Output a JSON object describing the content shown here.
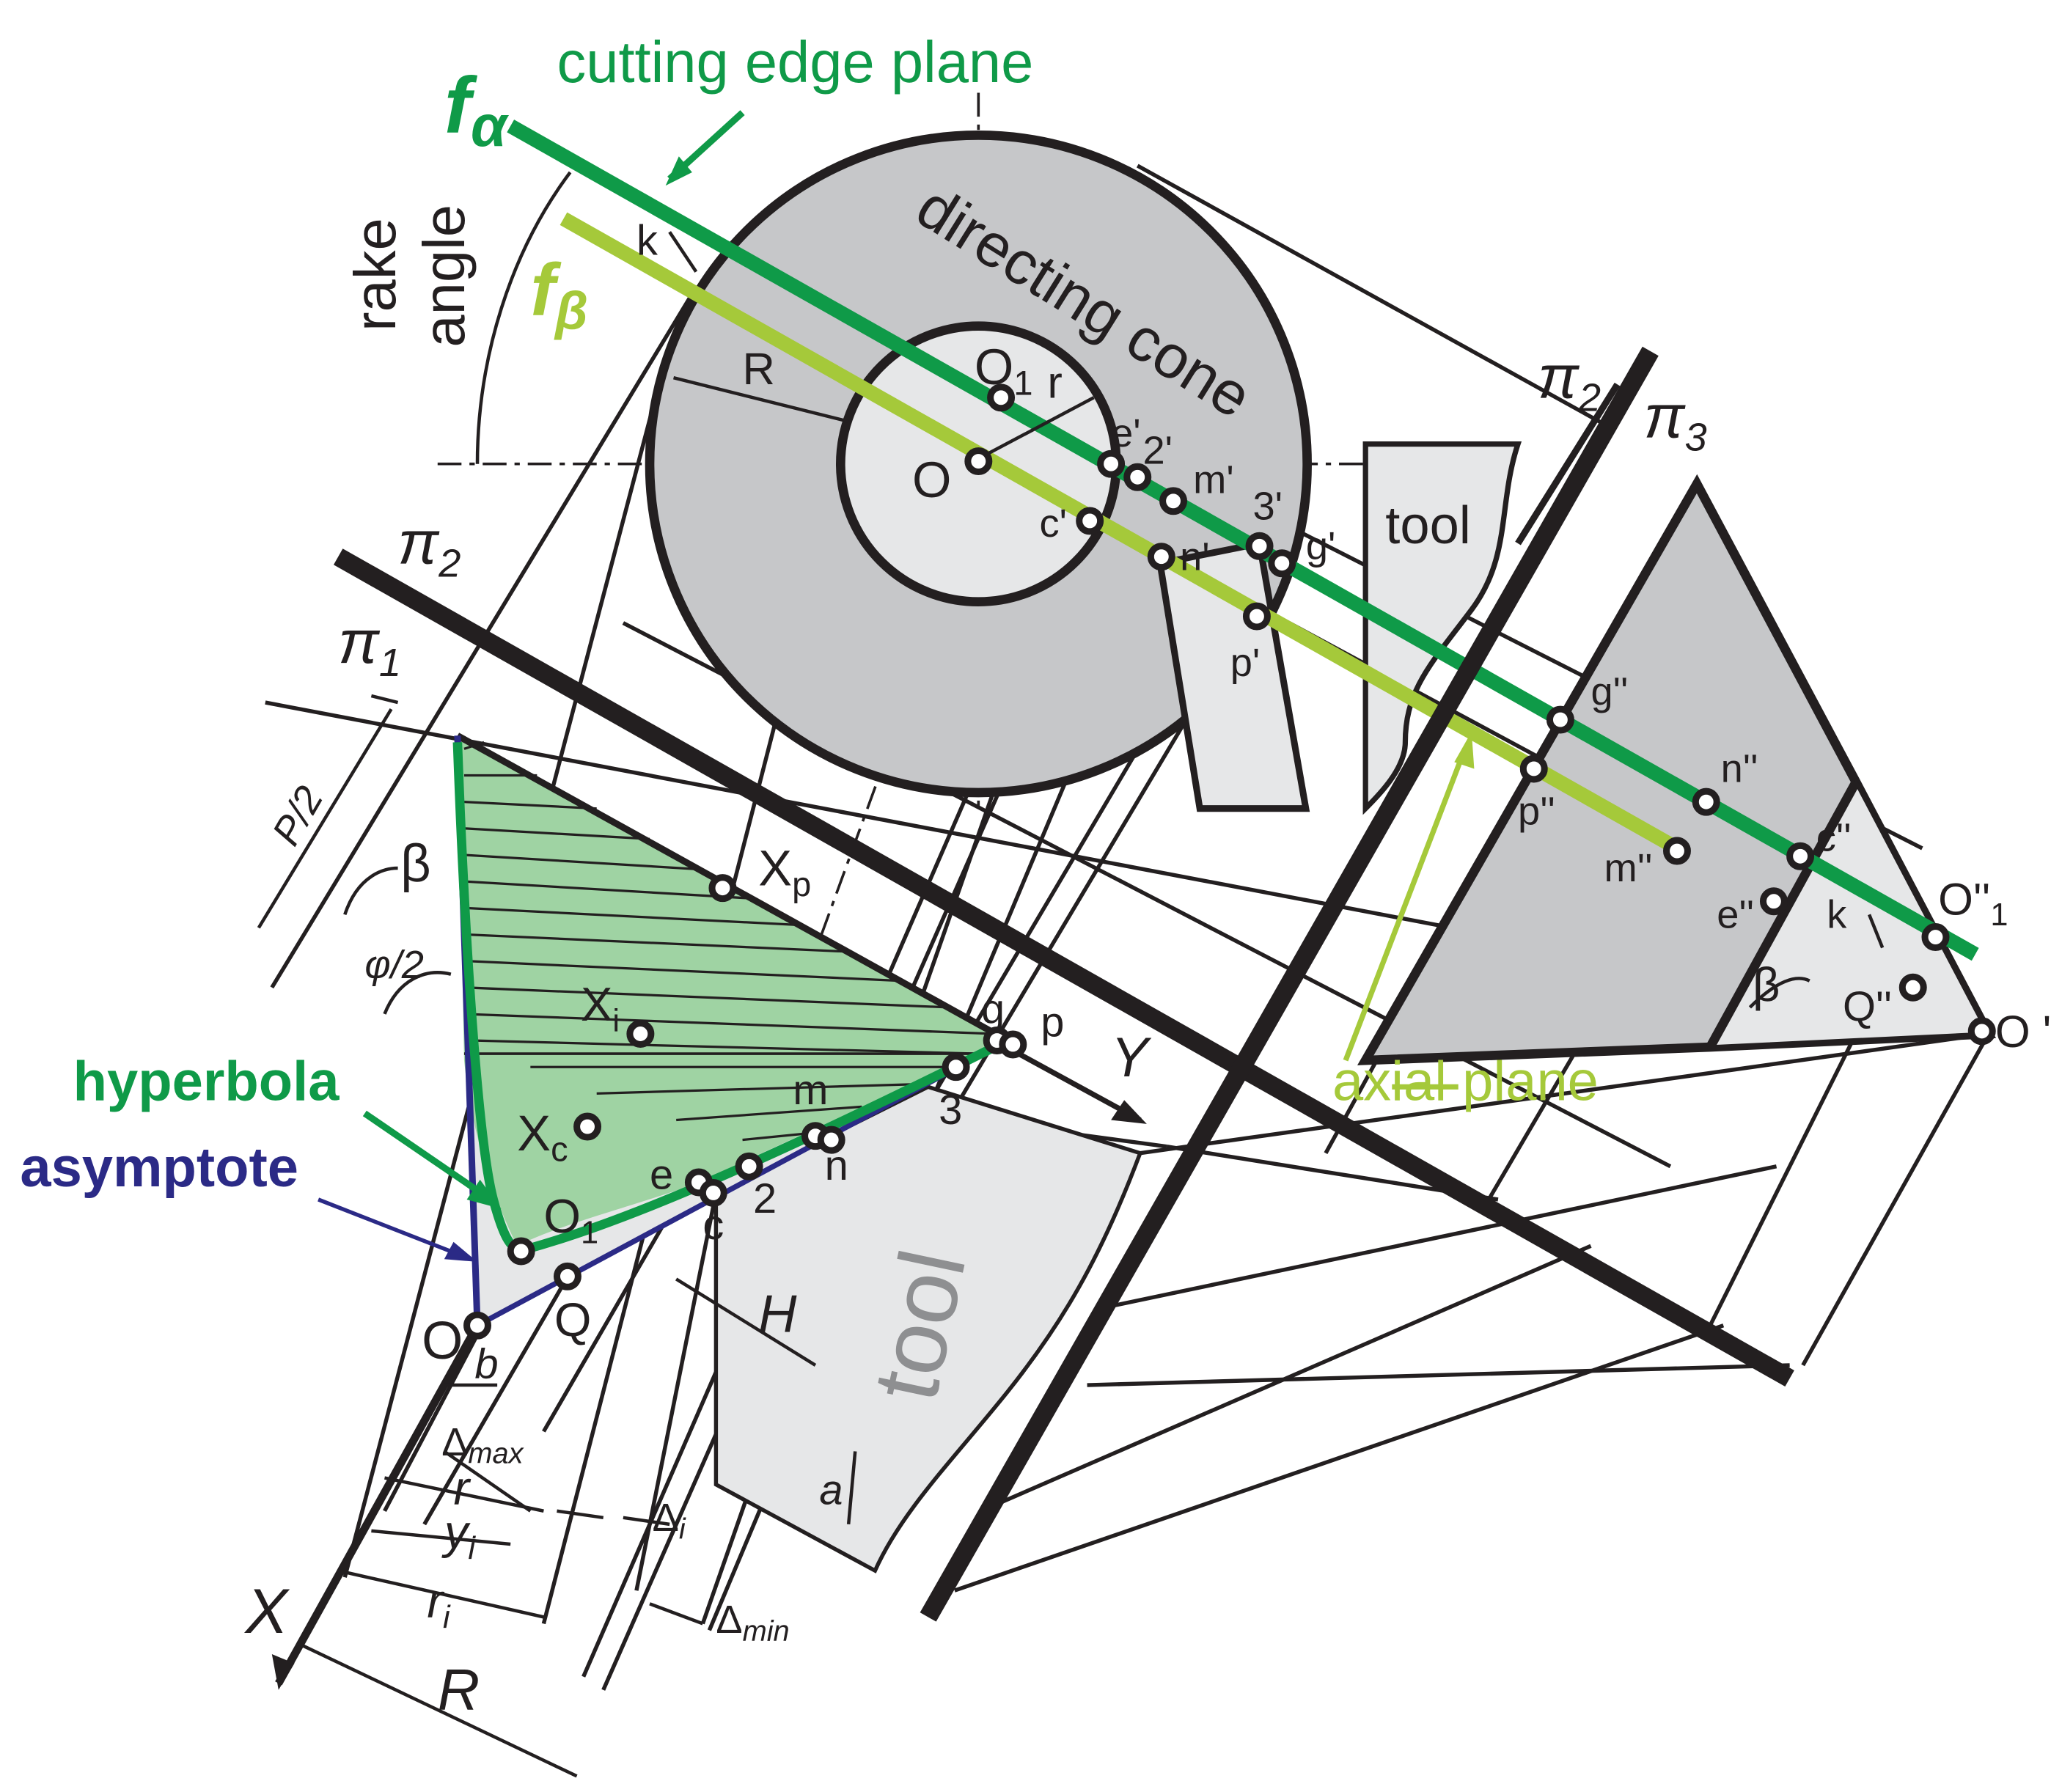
{
  "labels": {
    "cutting_edge_plane": "cutting edge plane",
    "f_alpha": "f",
    "f_alpha_sub": "α",
    "f_beta": "f",
    "f_beta_sub": "β",
    "rake": "rake",
    "angle": "angle",
    "directing_cone": "directing cone",
    "pi2_top": "π",
    "pi2_top_sub": "2",
    "pi3": "π",
    "pi3_sub": "3",
    "pi2_left": "π",
    "pi2_left_sub": "2",
    "pi1": "π",
    "pi1_sub": "1",
    "tool_top": "tool",
    "tool_bottom": "tool",
    "axial_plane": "axial plane",
    "hyperbola": "hyperbola",
    "asymptote": "asymptote",
    "R_top": "R",
    "r_top": "r",
    "k_top": "k",
    "k_right": "k",
    "O1_top": "O",
    "O1_top_sub": "1",
    "O_top": "O",
    "e_prime": "e'",
    "two_prime": "2'",
    "m_prime": "m'",
    "three_prime": "3'",
    "c_prime": "c'",
    "n_prime": "n'",
    "g_prime": "g'",
    "p_prime": "p'",
    "g_dprime": "g''",
    "n_dprime": "n''",
    "p_dprime": "p''",
    "m_dprime": "m''",
    "c_dprime": "c''",
    "e_dprime": "e''",
    "O1_dprime": "O''",
    "O1_dprime_sub": "1",
    "Q_dprime": "Q''",
    "O_dprime": "O ''",
    "beta_right": "β",
    "P_half": "P/2",
    "beta_left": "β",
    "phi_half": "φ/2",
    "Xp": "X",
    "Xp_sub": "p",
    "Xi": "X",
    "Xi_sub": "i",
    "Xc": "X",
    "Xc_sub": "c",
    "O1_bottom": "O",
    "O1_bottom_sub": "1",
    "O_bottom": "O",
    "Q_bottom": "Q",
    "b": "b",
    "g": "g",
    "p": "p",
    "Y": "Y",
    "m": "m",
    "three": "3",
    "n": "n",
    "e": "e",
    "two": "2",
    "c": "c",
    "H": "H",
    "a": "a",
    "delta_max": "Δ",
    "delta_max_sub": "max",
    "r_dim": "r",
    "delta_i": "Δ",
    "delta_i_sub": "i",
    "y_i": "y",
    "y_i_sub": "i",
    "r_i": "r",
    "r_i_sub": "i",
    "delta_min": "Δ",
    "delta_min_sub": "min",
    "R_dim": "R",
    "X": "X"
  },
  "colors": {
    "green": "#0f9a48",
    "lime": "#a5c93a",
    "navy": "#2b2a86",
    "fill_green": "#9fd3a3",
    "gray_dark": "#c6c7c9",
    "gray_light": "#e6e7e8",
    "ink": "#231f20"
  }
}
